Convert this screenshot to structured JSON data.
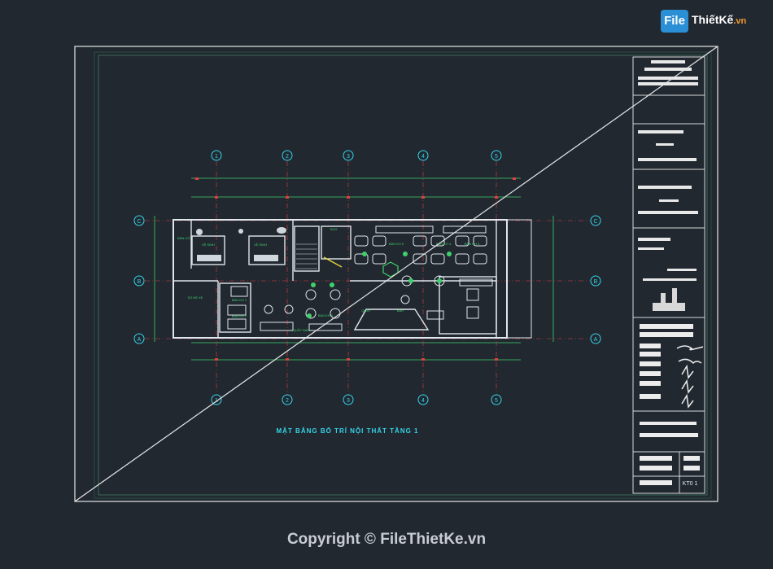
{
  "logo": {
    "box_text": "File",
    "name": "ThiếtKế",
    "suffix": ".vn"
  },
  "drawing": {
    "title": "MẶT BẰNG BỐ TRÍ NỘI THẤT TẦNG 1",
    "sheet_number": "KT0 1",
    "grid_labels_top": [
      "1",
      "2",
      "3",
      "4",
      "5"
    ],
    "grid_labels_side": [
      "C",
      "B",
      "A"
    ],
    "room_labels": [
      "BÀN CỜ",
      "VỆ SINH",
      "VỆ SINH",
      "KHO",
      "BÀN KH 5",
      "BÀN KH 4",
      "BÀN KH 3",
      "SỐ ĐỂ XE",
      "BÀN KH 1",
      "BÀN KH 2",
      "BÀN KH 6",
      "QUẦY BAR",
      "QUẦY",
      "BAR"
    ]
  },
  "colors": {
    "background": "#212830",
    "frame": "#e6e6e6",
    "cad_green": "#3fd16b",
    "cad_red": "#e04040",
    "cad_cyan": "#36d4e8",
    "cad_white": "#dfe6ec"
  },
  "copyright": "Copyright © FileThietKe.vn"
}
